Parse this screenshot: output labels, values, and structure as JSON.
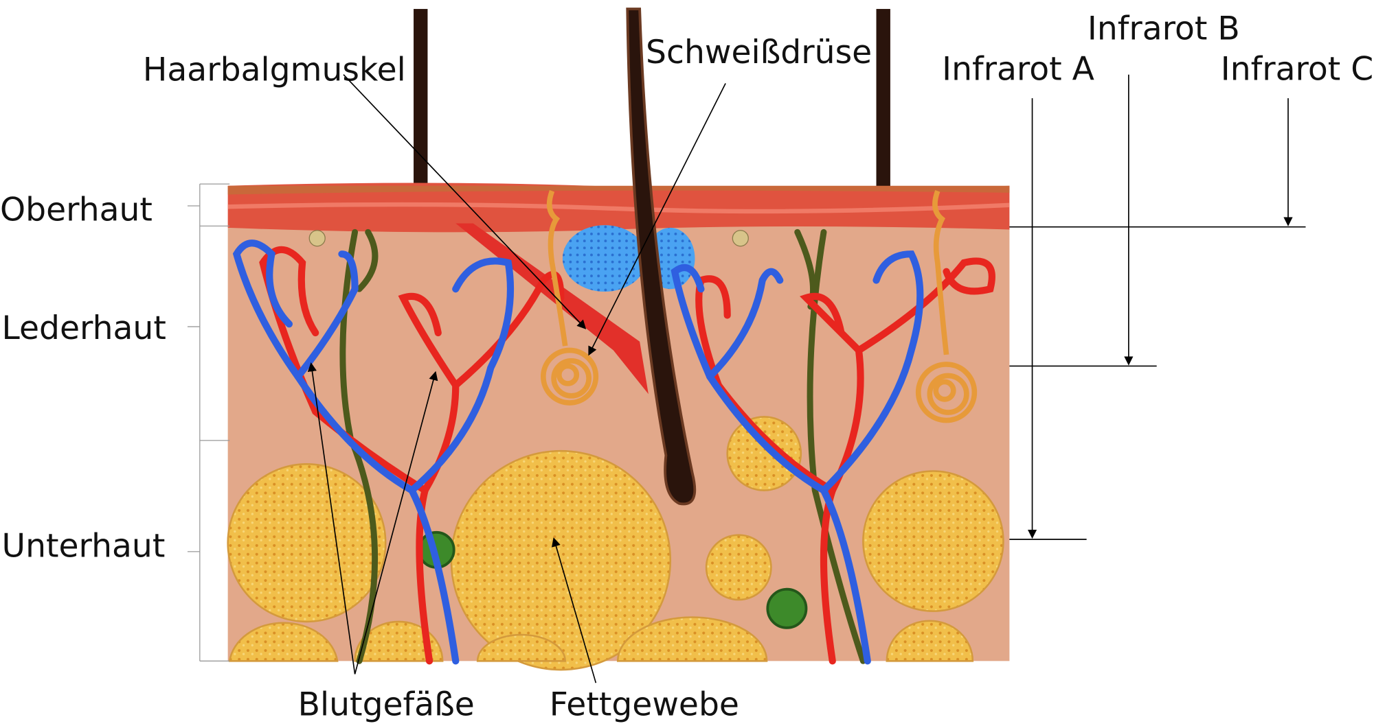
{
  "title": "Skin cross-section with infrared penetration depths",
  "layers": {
    "epidermis": "Oberhaut",
    "dermis": "Lederhaut",
    "hypodermis": "Unterhaut"
  },
  "structures": {
    "arrector_pili": "Haarbalgmuskel",
    "sweat_gland": "Schweißdrüse",
    "blood_vessels": "Blutgefäße",
    "fat_tissue": "Fettgewebe"
  },
  "infrared": {
    "a": "Infrarot A",
    "b": "Infrarot B",
    "c": "Infrarot C"
  },
  "colors": {
    "epidermis": "#e0533f",
    "dermis": "#e2a88a",
    "fat": "#efb840",
    "artery": "#e8261f",
    "vein": "#2f5fe0",
    "nerve": "#4d5a1c",
    "sweat_gland": "#e79a3a",
    "hair": "#2a140c",
    "sebaceous": "#4a9ff0"
  }
}
